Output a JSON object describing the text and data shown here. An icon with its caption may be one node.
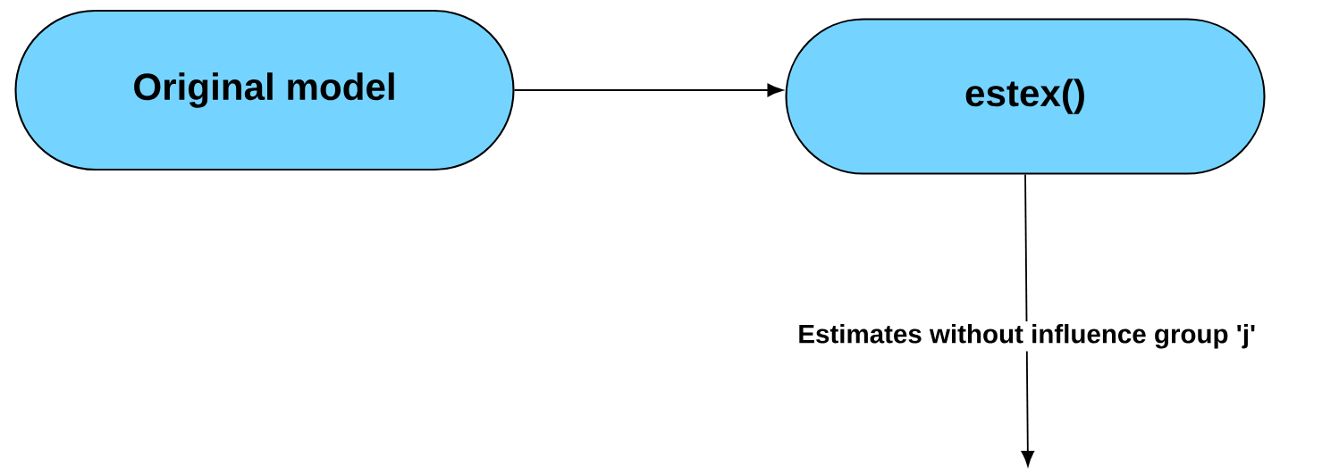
{
  "diagram": {
    "nodes": [
      {
        "text": [
          "Original model"
        ]
      },
      {
        "text": [
          "estex()"
        ]
      }
    ],
    "edges": [
      {
        "from": 0,
        "to": 1,
        "arrow": "to"
      },
      {
        "from": 1,
        "to": null,
        "arrow": "to",
        "label": "Estimates without influence group 'j'"
      }
    ]
  }
}
